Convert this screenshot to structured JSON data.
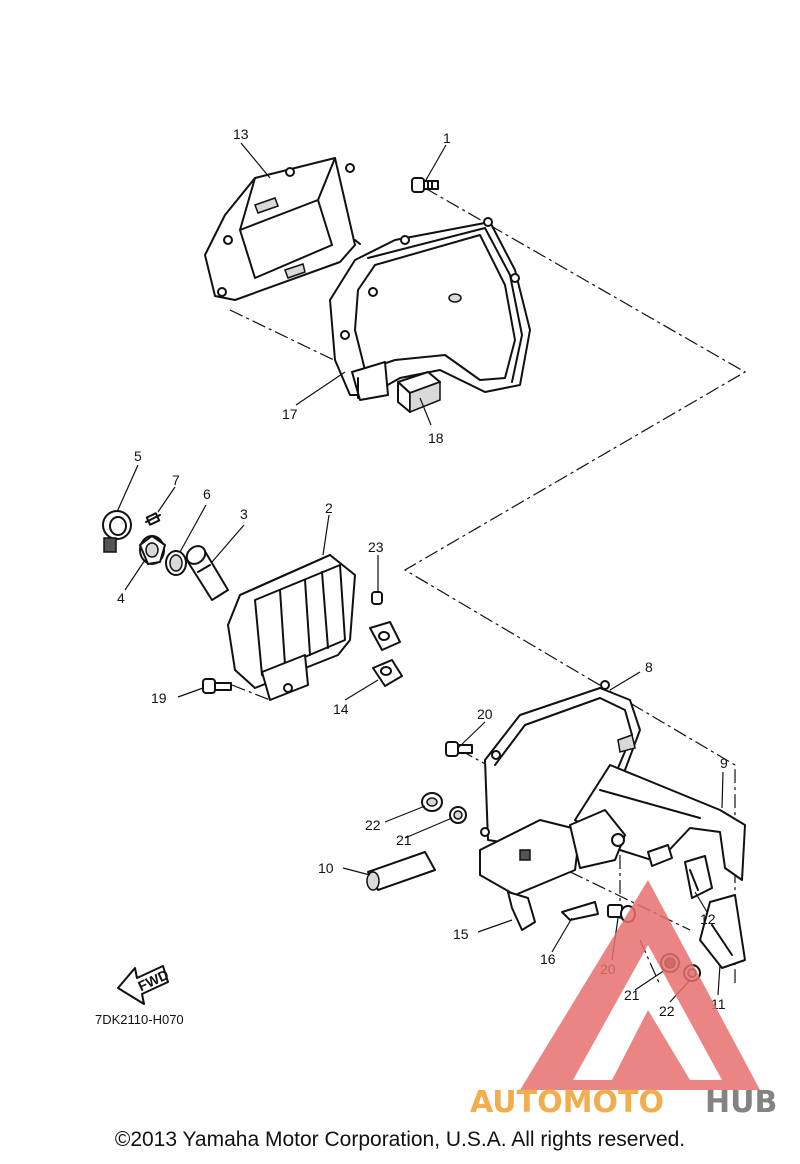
{
  "callouts": [
    {
      "id": "1"
    },
    {
      "id": "2"
    },
    {
      "id": "3"
    },
    {
      "id": "4"
    },
    {
      "id": "5"
    },
    {
      "id": "6"
    },
    {
      "id": "7"
    },
    {
      "id": "8"
    },
    {
      "id": "9"
    },
    {
      "id": "10"
    },
    {
      "id": "11"
    },
    {
      "id": "12"
    },
    {
      "id": "13"
    },
    {
      "id": "14"
    },
    {
      "id": "15"
    },
    {
      "id": "16"
    },
    {
      "id": "17"
    },
    {
      "id": "18"
    },
    {
      "id": "19"
    },
    {
      "id": "20"
    },
    {
      "id": "20"
    },
    {
      "id": "21"
    },
    {
      "id": "21"
    },
    {
      "id": "22"
    },
    {
      "id": "22"
    },
    {
      "id": "23"
    }
  ],
  "fwd_label": "FWD",
  "diagram_code": "7DK2110-H070",
  "watermark": {
    "part1": "AUTOMOTO",
    "part2": "HUB",
    "colors": {
      "accent": "#f0a030",
      "red": "#e8706e",
      "grey": "#6e6e6e"
    }
  },
  "copyright": "©2013 Yamaha Motor Corporation, U.S.A. All rights reserved."
}
